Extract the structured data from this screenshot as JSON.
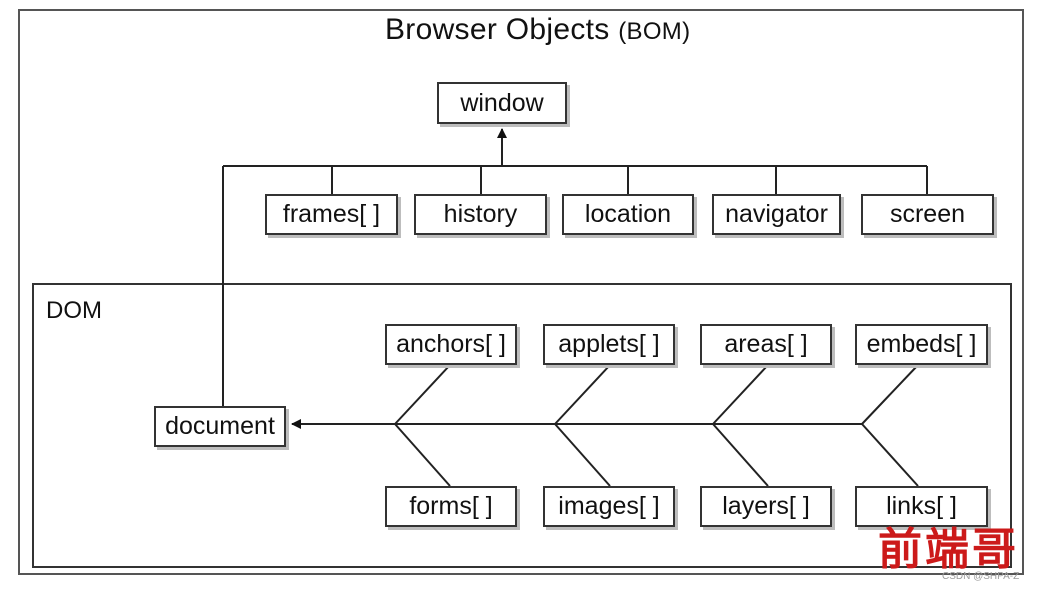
{
  "title": {
    "text": "Browser Objects",
    "abbr": "(BOM)"
  },
  "dom_label": "DOM",
  "bom_nodes": {
    "window": "window",
    "frames": "frames[ ]",
    "history": "history",
    "location": "location",
    "navigator": "navigator",
    "screen": "screen"
  },
  "dom_nodes": {
    "document": "document",
    "anchors": "anchors[ ]",
    "applets": "applets[ ]",
    "areas": "areas[ ]",
    "embeds": "embeds[ ]",
    "forms": "forms[ ]",
    "images": "images[ ]",
    "layers": "layers[ ]",
    "links": "links[ ]"
  },
  "watermark": {
    "text": "前端哥",
    "credit": "CSDN @SHPA-Z",
    "color": "#cc1a1a"
  }
}
